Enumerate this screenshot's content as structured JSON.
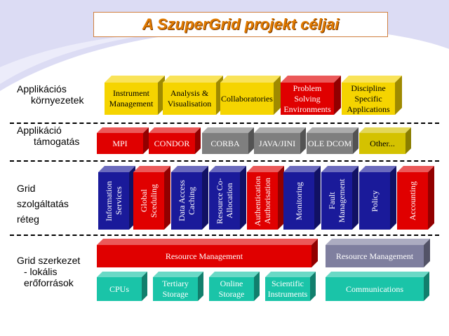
{
  "title": "A SzuperGrid projekt céljai",
  "row_labels": [
    {
      "lines": [
        "Applikációs",
        "környezetek"
      ]
    },
    {
      "lines": [
        "Applikáció",
        "támogatás"
      ]
    },
    {
      "lines": [
        "Grid",
        "szolgáltatás",
        "réteg"
      ]
    },
    {
      "lines": [
        "Grid szerkezet",
        "- lokális",
        "erőforrások"
      ]
    }
  ],
  "environments": [
    {
      "label": "Instrument Management",
      "color": "#f5d400"
    },
    {
      "label": "Analysis & Visualisation",
      "color": "#f5d400"
    },
    {
      "label": "Collaboratories",
      "color": "#f5d400"
    },
    {
      "label": "Problem Solving Environments",
      "color": "#e00000"
    },
    {
      "label": "Discipline Specific Applications",
      "color": "#f5d400"
    }
  ],
  "support": [
    {
      "label": "MPI",
      "color": "#e00000"
    },
    {
      "label": "CONDOR",
      "color": "#e00000"
    },
    {
      "label": "CORBA",
      "color": "#7f7f7f"
    },
    {
      "label": "JAVA/JINI",
      "color": "#7f7f7f"
    },
    {
      "label": "OLE DCOM",
      "color": "#7f7f7f"
    },
    {
      "label": "Other...",
      "color": "#d4c200"
    }
  ],
  "services": [
    {
      "label": "Information Services",
      "color": "#1a1a9a"
    },
    {
      "label": "Global Sceduling",
      "color": "#e00000"
    },
    {
      "label": "Data Access Caching",
      "color": "#1a1a9a"
    },
    {
      "label": "Resource Co-Allocation",
      "color": "#1a1a9a"
    },
    {
      "label": "Authentication Authorisation",
      "color": "#e00000"
    },
    {
      "label": "Monitoring",
      "color": "#1a1a9a"
    },
    {
      "label": "Fault Management",
      "color": "#1a1a9a"
    },
    {
      "label": "Policy",
      "color": "#1a1a9a"
    },
    {
      "label": "Accounting",
      "color": "#e00000"
    }
  ],
  "fabric": {
    "resource_left": "Resource Management",
    "resource_right": "Resource Management",
    "resources": [
      "CPUs",
      "Tertiary Storage",
      "Online Storage",
      "Scientific Instruments"
    ],
    "communications": "Communications"
  },
  "colors": {
    "title_text": "#e07a00",
    "resource_red": "#e00000",
    "resource_gray": "#7f7f9f",
    "teal": "#1ac4a8"
  }
}
